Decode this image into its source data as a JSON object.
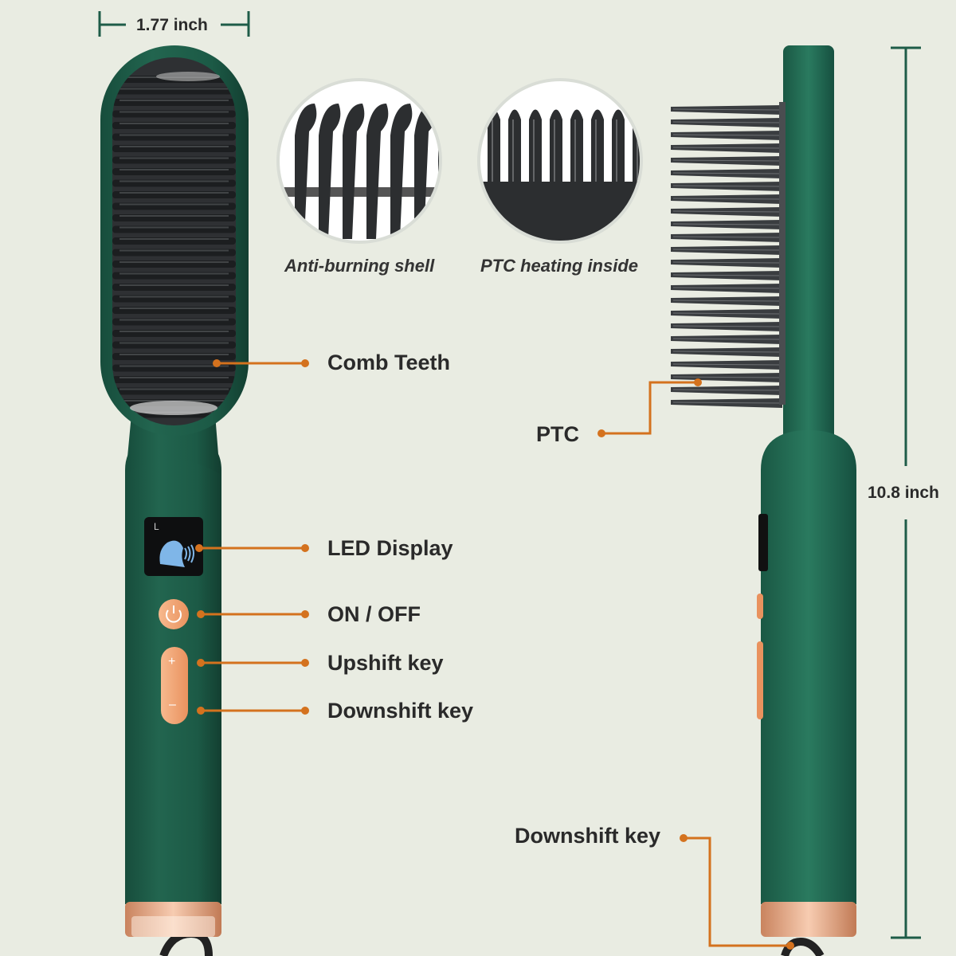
{
  "dimensions": {
    "width_label": "1.77 inch",
    "height_label": "10.8 inch"
  },
  "detail_captions": {
    "shell": "Anti-burning shell",
    "heating": "PTC heating inside"
  },
  "callouts": {
    "comb_teeth": "Comb Teeth",
    "ptc": "PTC",
    "led_display": "LED Display",
    "on_off": "ON / OFF",
    "upshift": "Upshift key",
    "downshift_front": "Downshift key",
    "downshift_side": "Downshift key"
  },
  "display": {
    "mode_letter": "L"
  },
  "keys": {
    "plus_symbol": "+",
    "minus_symbol": "–"
  },
  "colors": {
    "background": "#e9ece2",
    "body_green": "#1e5c48",
    "accent_orange": "#f0ad7d",
    "leader_line": "#d4721e",
    "teeth": "#3a3d40",
    "copper_ring": "#e6a783"
  }
}
